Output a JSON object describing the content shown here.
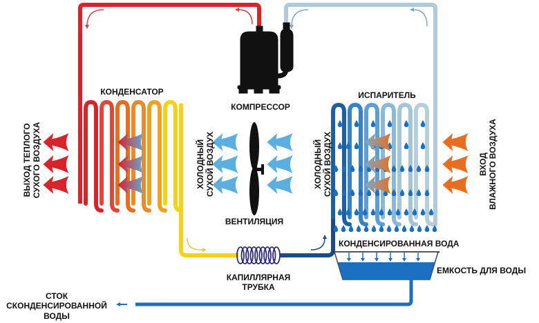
{
  "labels": {
    "condenser": "КОНДЕНСАТОР",
    "compressor": "КОМПРЕССОР",
    "evaporator": "ИСПАРИТЕЛЬ",
    "fan": "ВЕНТИЛЯЦИЯ",
    "capillary_line1": "КАПИЛЛЯРНАЯ",
    "capillary_line2": "ТРУБКА",
    "condensed_water": "КОНДЕНСИРОВАННАЯ ВОДА",
    "water_tank": "ЕМКОСТЬ ДЛЯ ВОДЫ",
    "drain_line1": "СТОК",
    "drain_line2": "СКОНДЕНСИРОВАННОЙ",
    "drain_line3": "ВОДЫ",
    "warm_out_line1": "ВЫХОД ТЕПЛОГО",
    "warm_out_line2": "СУХОГО ВОЗДУХА",
    "cold_dry_left_line1": "ХОЛОДНЫЙ",
    "cold_dry_left_line2": "СУХОЙ ВОЗДУХ",
    "cold_dry_right_line1": "ХОЛОДНЫЙ",
    "cold_dry_right_line2": "СУХОЙ ВОЗДУХ",
    "humid_in_line1": "ВХОД",
    "humid_in_line2": "ВЛАЖНОГО ВОЗДУХА"
  },
  "colors": {
    "hot_pipe": "#d8232a",
    "warm_pipe": "#f4d21a",
    "cold_pipe": "#aecbdb",
    "liquid_pipe": "#1a4a8a",
    "water": "#1a6fc0",
    "air_cold": "#5aaee0",
    "air_humid": "#e86d1f",
    "air_warm": "#d8232a",
    "coil_wire": "#2a2a7a",
    "compressor": "#111111"
  },
  "condenser_coil_colors": [
    "#d8232a",
    "#e0473b",
    "#e86d1f",
    "#ec8a2a",
    "#f0a21e",
    "#f4d21a"
  ],
  "evaporator_coil_colors": [
    "#1a5fa8",
    "#3582c4",
    "#5ba0d2",
    "#8ab8d8",
    "#a4c4d8",
    "#b4cedb"
  ]
}
